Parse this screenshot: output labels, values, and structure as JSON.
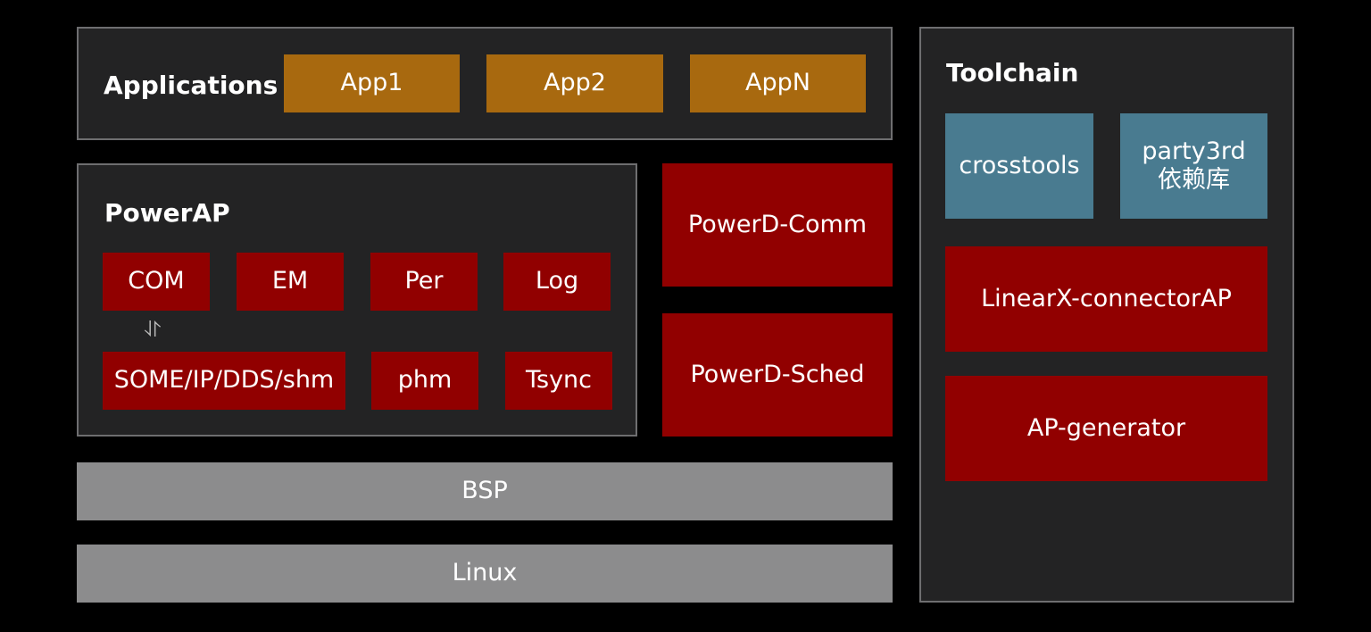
{
  "applications": {
    "title": "Applications",
    "apps": [
      "App1",
      "App2",
      "AppN"
    ]
  },
  "powerap": {
    "title": "PowerAP",
    "modules_row1": [
      "COM",
      "EM",
      "Per",
      "Log"
    ],
    "modules_row2": [
      "SOME/IP/DDS/shm",
      "phm",
      "Tsync"
    ],
    "arrow_glyph": "⥯"
  },
  "powerd": {
    "comm": "PowerD-Comm",
    "sched": "PowerD-Sched"
  },
  "layers": {
    "bsp": "BSP",
    "linux": "Linux"
  },
  "toolchain": {
    "title": "Toolchain",
    "crosstools": "crosstools",
    "party3rd_line1": "party3rd",
    "party3rd_line2": "依赖库",
    "connector": "LinearX-connectorAP",
    "generator": "AP-generator"
  },
  "colors": {
    "background": "#000000",
    "panel": "#232324",
    "panel_border": "#6e6e70",
    "orange": "#a8690f",
    "red": "#910000",
    "teal": "#497b90",
    "gray": "#8c8c8d"
  }
}
